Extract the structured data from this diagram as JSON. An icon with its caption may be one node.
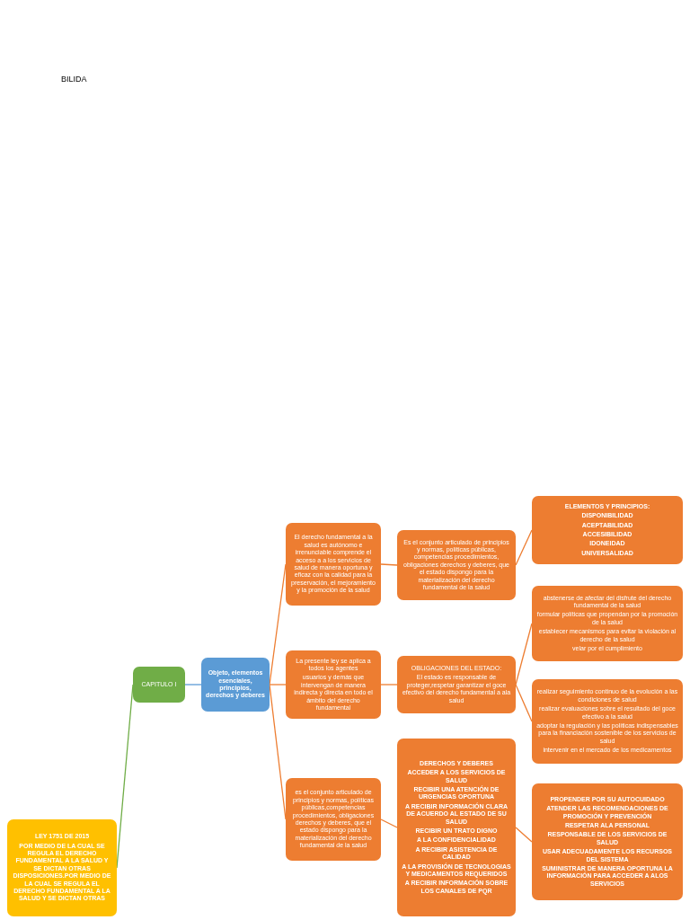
{
  "diagram": {
    "nodes": [
      {
        "text": [
          "LEY 1751 DE 2015",
          "POR MEDIO DE LA CUAL SE REGULA EL DERECHO FUNDAMENTAL A LA SALUD Y SE DICTAN OTRAS DISPOSICIONES.POR MEDIO DE LA CUAL SE REGULA EL DERECHO FUNDAMENTAL A LA SALUD Y SE DICTAN OTRAS"
        ]
      },
      {
        "text": [
          "CAPITULO I"
        ]
      },
      {
        "text": [
          "Objeto, elementos esenciales, principios, derechos y deberes"
        ]
      },
      {
        "text": [
          "El derecho fundamental a la salud es autónomo e irrenunciable comprende el acceso a a los servicios de salud de manera oportuna y eficaz con la calidad para la preservación, el mejoramiento y la promoción de la salud"
        ]
      },
      {
        "text": [
          "Es el conjunto articulado de principios y normas, políticas públicas, competencias procedimientos, obligaciones derechos y deberes, que el estado dispongo para la materialización del derecho fundamental de la salud"
        ]
      },
      {
        "text": [
          "ELEMENTOS Y PRINCIPIOS:",
          "DISPONIBILIDAD",
          "ACEPTABILIDAD",
          "ACCESIBILIDAD",
          "IDONEIDAD",
          "UNIVERSALIDAD"
        ]
      },
      {
        "text": [
          "La presente ley se aplica a todos los agentes",
          "usuarios y demás que intervengan de manera indirecta y directa en todo el ámbito del derecho fundamental"
        ]
      },
      {
        "text": [
          "OBLIGACIONES DEL ESTADO:",
          "El estado es responsable de proteger,respetar garantizar el goce efectivo del derecho fundamental a ala salud"
        ]
      },
      {
        "text": [
          "abstenerse de afectar del disfrute del derecho fundamental de la salud",
          "formular políticas que propendan por la promoción de la salud",
          "establecer mecanismos para evitar la violación al derecho de la salud",
          "velar por el cumplimiento"
        ]
      },
      {
        "text": [
          "realizar seguimiento continuo de la evolución a las condiciones de salud",
          "realizar evaluaciones sobre el resultado del goce efectivo a la salud",
          "adoptar la regulación y las políticas indispensables para la financiación sostenible de los servicios de salud",
          "intervenir en el mercado de los medicamentos"
        ]
      },
      {
        "text": [
          "es el conjunto articulado de principios y normas, políticas públicas,competencias procedimientos, obligaciones derechos y deberes, que el estado dispongo para la materialización del derecho fundamental de la salud"
        ]
      },
      {
        "text": [
          "DERECHOS Y DEBERES",
          "ACCEDER A LOS SERVICIOS DE SALUD",
          "RECIBIR UNA ATENCIÓN DE URGENCIAS OPORTUNA",
          "A RECIBIR INFORMACIÓN CLARA DE ACUERDO AL ESTADO DE SU SALUD",
          "RECIBIR UN TRATO DIGNO",
          "A LA CONFIDENCIALIDAD",
          "A RECIBIR ASISTENCIA DE CALIDAD",
          "A LA PROVISIÓN DE TECNOLOGIAS Y MEDICAMENTOS REQUERIDOS",
          "A RECIBIR INFORMACIÓN SOBRE LOS CANALES DE PQR"
        ]
      },
      {
        "text": [
          "PROPENDER POR SU AUTOCUIDADO",
          "ATENDER LAS RECOMENDACIONES DE PROMOCIÓN Y PREVENCIÓN",
          "RESPETAR ALA PERSONAL",
          "RESPONSABLE DE LOS SERVICIOS DE SALUD",
          "USAR ADECUADAMENTE LOS RECURSOS DEL SISTEMA",
          "SUMINISTRAR DE MANERA OPORTUNA LA INFORMACIÓN PARA ACCEDER A ALOS SERVICIOS"
        ]
      }
    ],
    "edges": [
      {
        "from": 0,
        "to": 1,
        "arrow": "none",
        "color": "#70ad47"
      },
      {
        "from": 1,
        "to": 2,
        "arrow": "none",
        "color": "#5b9bd5"
      },
      {
        "from": 2,
        "to": 3,
        "arrow": "none"
      },
      {
        "from": 3,
        "to": 4,
        "arrow": "none"
      },
      {
        "from": 4,
        "to": 5,
        "arrow": "none"
      },
      {
        "from": 2,
        "to": 6,
        "arrow": "none"
      },
      {
        "from": 6,
        "to": 7,
        "arrow": "none"
      },
      {
        "from": 7,
        "to": 8,
        "arrow": "none"
      },
      {
        "from": 7,
        "to": 9,
        "arrow": "none"
      },
      {
        "from": 2,
        "to": 10,
        "arrow": "none"
      },
      {
        "from": 10,
        "to": 11,
        "arrow": "none"
      },
      {
        "from": 11,
        "to": 12,
        "arrow": "none"
      }
    ],
    "labels": [
      "BILIDA"
    ]
  }
}
